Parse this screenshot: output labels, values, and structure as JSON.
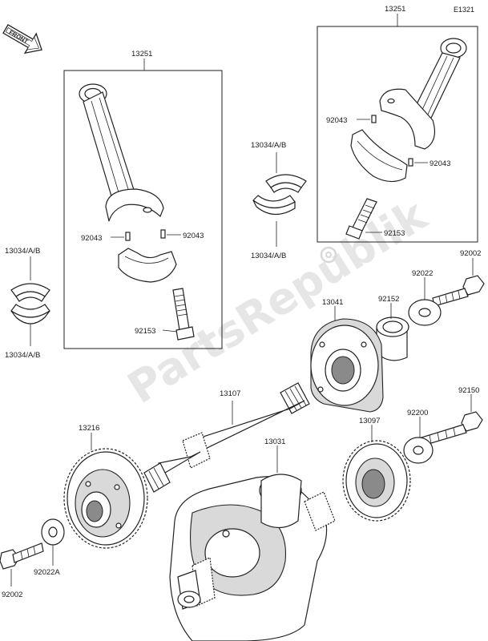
{
  "ref_code": "E1321",
  "front_badge": "FRONT",
  "watermark": "PartsRepublik",
  "labels": {
    "l13251_left": "13251",
    "l13251_right": "13251",
    "l92043_a": "92043",
    "l92043_b": "92043",
    "l92043_c": "92043",
    "l92043_d": "92043",
    "l92153_left": "92153",
    "l92153_right": "92153",
    "l13034_a": "13034/A/B",
    "l13034_b": "13034/A/B",
    "l13034_c": "13034/A/B",
    "l13034_d": "13034/A/B",
    "l13041": "13041",
    "l92152": "92152",
    "l92022": "92022",
    "l92002_top": "92002",
    "l13107": "13107",
    "l13216": "13216",
    "l13097": "13097",
    "l92200": "92200",
    "l92150": "92150",
    "l13031": "13031",
    "l92002_bottom": "92002",
    "l92022A": "92022A"
  },
  "icons": {
    "front_arrow": "front-arrow-icon",
    "gear_watermark": "gear-icon"
  }
}
